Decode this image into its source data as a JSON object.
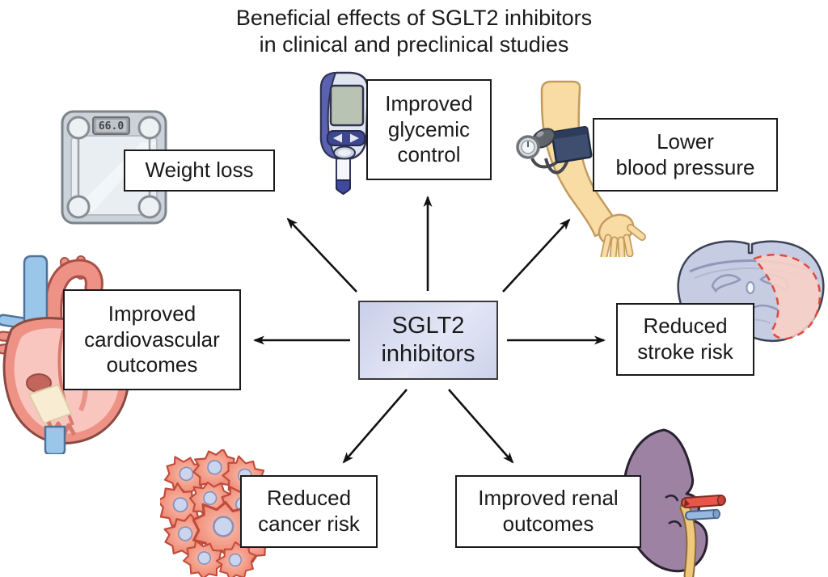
{
  "title": "Beneficial effects of SGLT2 inhibitors\nin clinical and preclinical studies",
  "center": {
    "label": "SGLT2\ninhibitors"
  },
  "benefits": [
    {
      "id": "weight-loss",
      "label": "Weight loss"
    },
    {
      "id": "glycemic",
      "label": "Improved\nglycemic\ncontrol"
    },
    {
      "id": "blood-pressure",
      "label": "Lower\nblood pressure"
    },
    {
      "id": "stroke",
      "label": "Reduced\nstroke risk"
    },
    {
      "id": "cardiovascular",
      "label": "Improved\ncardiovascular\noutcomes"
    },
    {
      "id": "cancer",
      "label": "Reduced\ncancer risk"
    },
    {
      "id": "renal",
      "label": "Improved renal\noutcomes"
    }
  ],
  "icons": {
    "scale": {
      "name": "weight-scale-icon",
      "display_value": "66.0"
    },
    "glucometer": {
      "name": "glucometer-icon"
    },
    "arm": {
      "name": "blood-pressure-arm-icon"
    },
    "brain": {
      "name": "brain-section-icon"
    },
    "heart": {
      "name": "heart-icon"
    },
    "cancer_cells": {
      "name": "cancer-cells-icon"
    },
    "kidney": {
      "name": "kidney-icon"
    }
  },
  "colors": {
    "central_box_fill": "#d6dbf0",
    "central_box_border": "#3a3a3a",
    "label_box_border": "#1a1a1a",
    "arrow": "#111111",
    "brain_fill": "#c6cce2",
    "infarct_fill": "#f7d0c8",
    "infarct_dash": "#e2483c",
    "kidney_fill": "#9d82a4",
    "artery_red": "#e8564a",
    "vein_blue": "#98b8df",
    "ureter_yellow": "#f0c87c",
    "heart_fill": "#ef9286",
    "vessel_blue": "#9ac6ea",
    "cancer_cell_fill": "#f0907e",
    "nucleus_fill": "#ccd5ee",
    "skin": "#f9dca4",
    "cuff_navy": "#3d4e6f",
    "scale_body": "#ccd2d9"
  }
}
